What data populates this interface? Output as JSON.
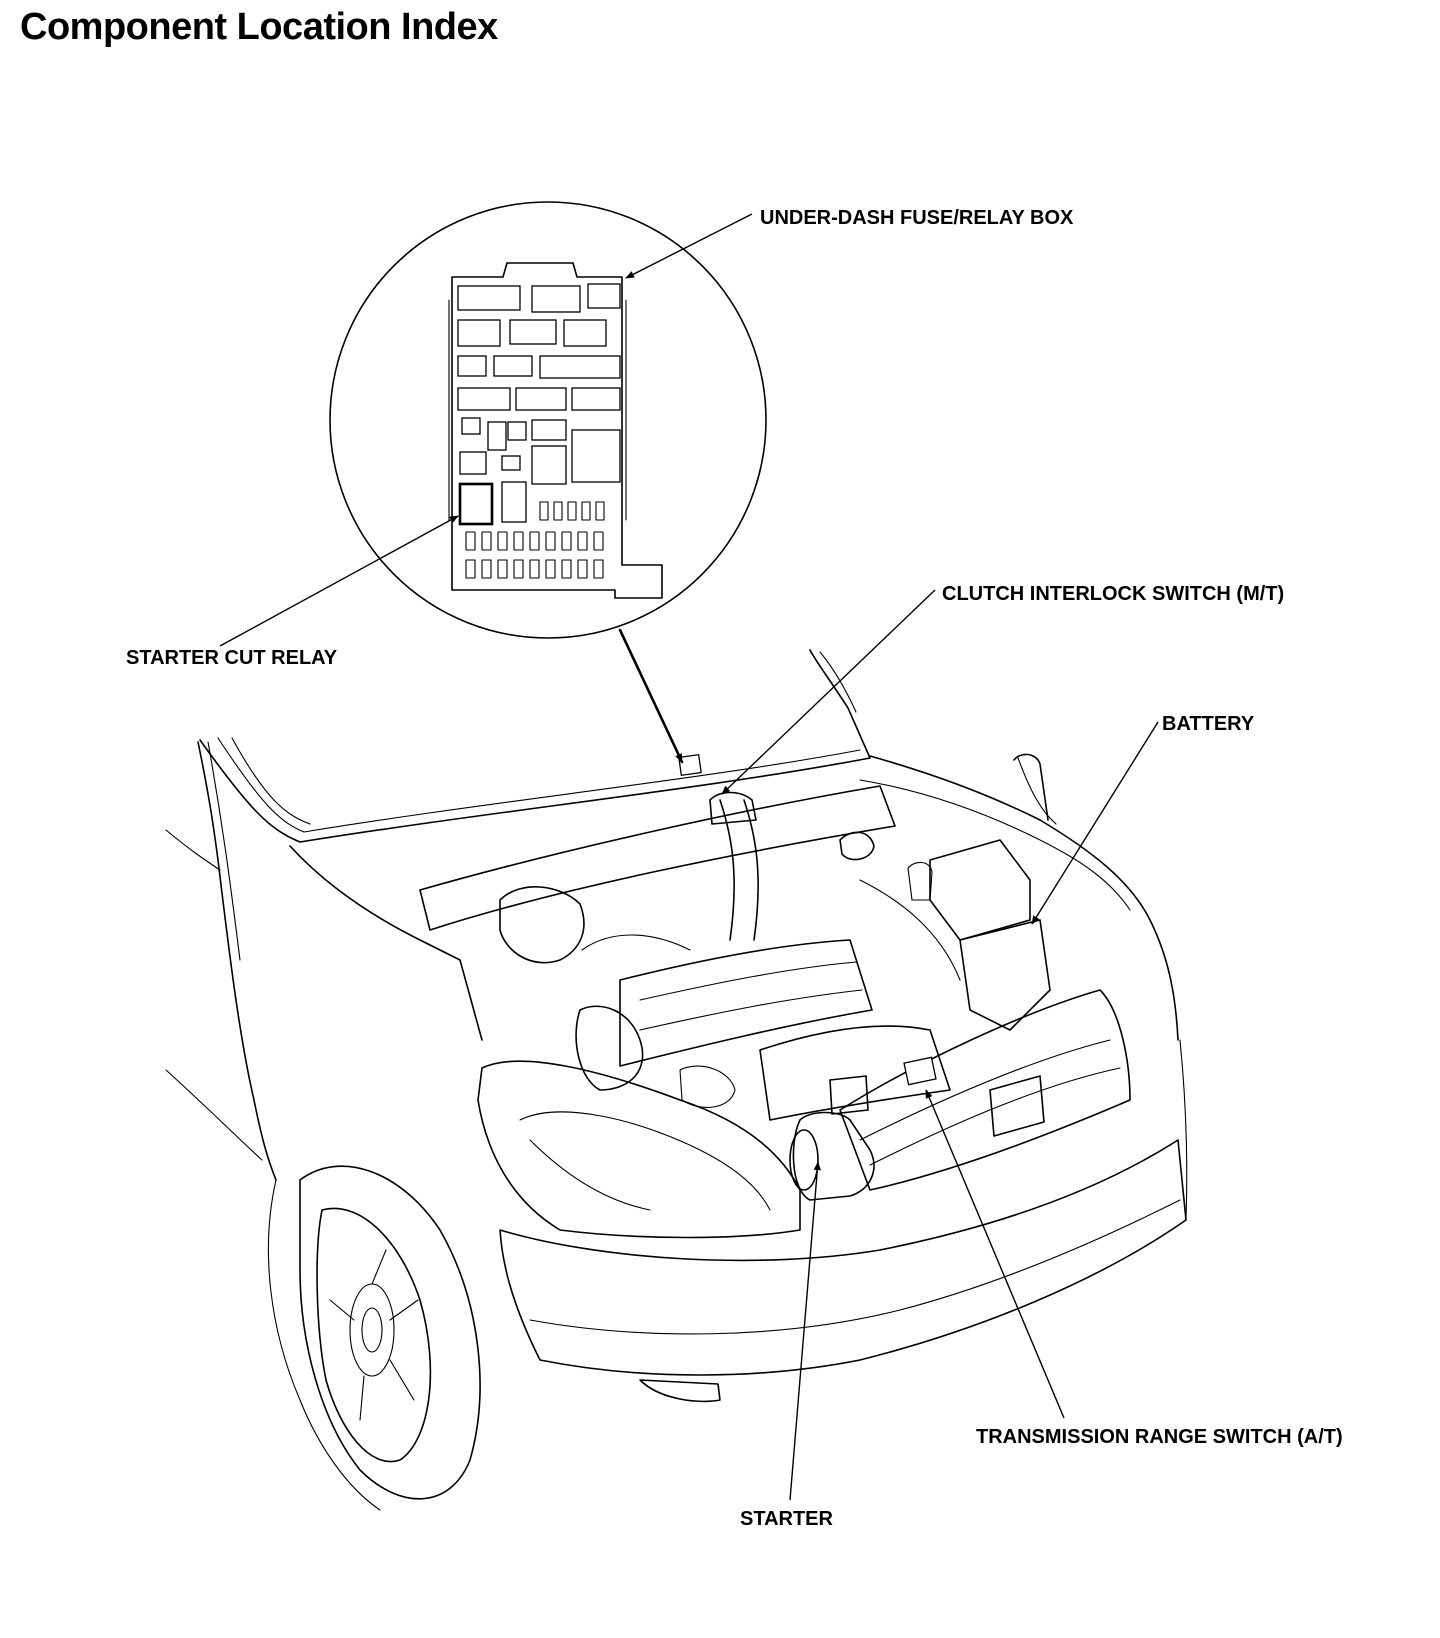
{
  "page": {
    "title": "Component Location Index"
  },
  "callouts": {
    "fuse_box": "UNDER-DASH FUSE/RELAY BOX",
    "clutch_switch": "CLUTCH INTERLOCK SWITCH (M/T)",
    "starter_cut_relay": "STARTER CUT RELAY",
    "battery": "BATTERY",
    "transmission_switch": "TRANSMISSION RANGE SWITCH (A/T)",
    "starter": "STARTER"
  }
}
